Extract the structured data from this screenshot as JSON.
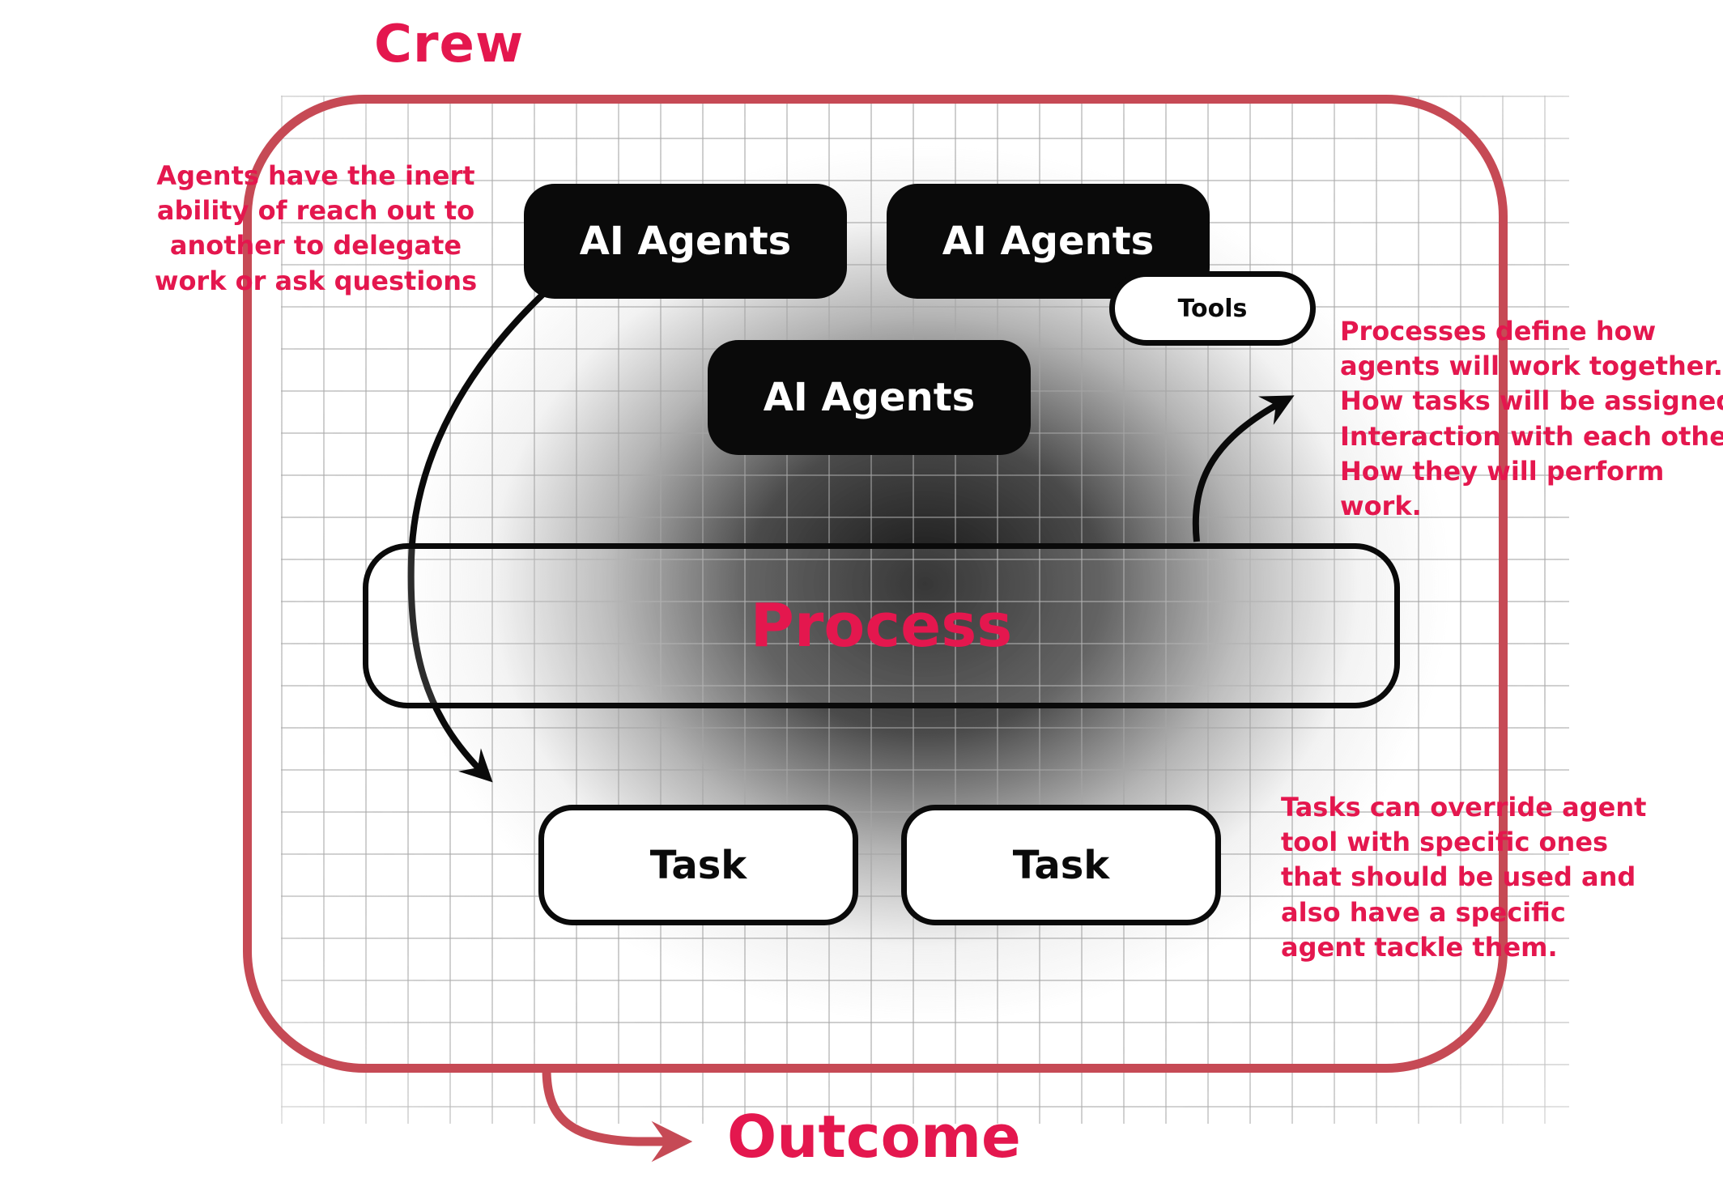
{
  "title": "Crew",
  "outcome_label": "Outcome",
  "boxes": {
    "agent1": {
      "label": "AI Agents"
    },
    "agent2": {
      "label": "AI Agents"
    },
    "agent3": {
      "label": "AI Agents"
    },
    "tools": {
      "label": "Tools"
    },
    "process": {
      "label": "Process"
    },
    "task1": {
      "label": "Task"
    },
    "task2": {
      "label": "Task"
    }
  },
  "annotations": {
    "delegation": "Agents have the inert\nability of reach out to\nanother to delegate\nwork or ask questions",
    "process": "Processes define how\nagents will work together.\nHow tasks will be assigned.\nInteraction with each other.\nHow they will perform work.",
    "tasks": "Tasks can override agent\ntool with specific ones\nthat should be used and\nalso have a specific\nagent tackle them."
  },
  "colors": {
    "crimson_text": "#e4174e",
    "border_red": "#c64a55",
    "node_black": "#0a0a0a",
    "node_white": "#ffffff",
    "grid_line": "#a5a5a5"
  }
}
